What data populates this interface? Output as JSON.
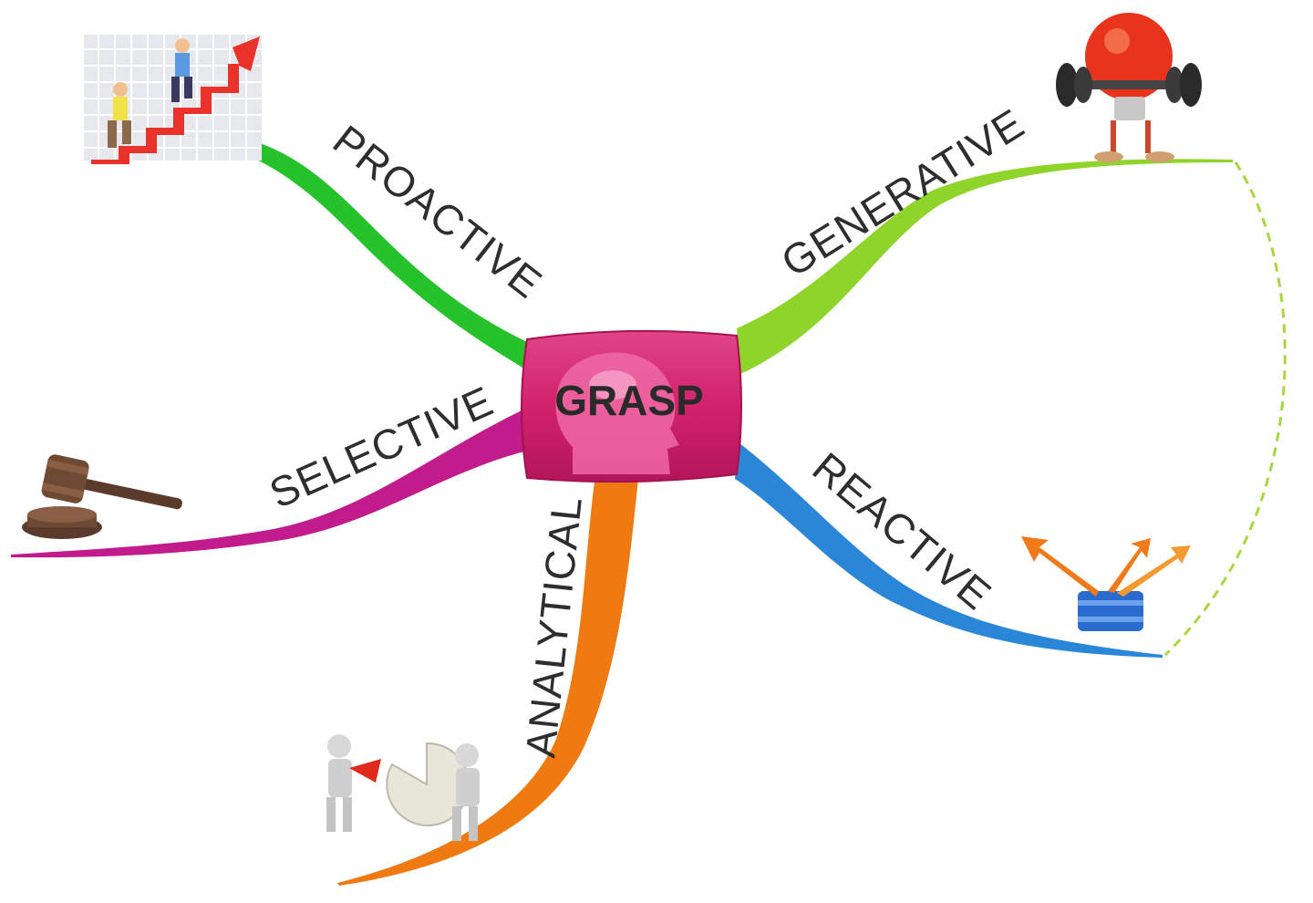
{
  "center": {
    "label": "GRASP",
    "color": "#d1226b"
  },
  "branches": [
    {
      "label": "PROACTIVE",
      "color": "#26c22c",
      "icon": "growth-stairs-icon"
    },
    {
      "label": "GENERATIVE",
      "color": "#8fd42a",
      "icon": "lightbulb-weightlifter-icon"
    },
    {
      "label": "SELECTIVE",
      "color": "#c21c8c",
      "icon": "gavel-icon"
    },
    {
      "label": "ANALYTICAL",
      "color": "#f07a12",
      "icon": "pie-chart-figures-icon"
    },
    {
      "label": "REACTIVE",
      "color": "#2a86d6",
      "icon": "arrows-barrel-icon"
    }
  ]
}
